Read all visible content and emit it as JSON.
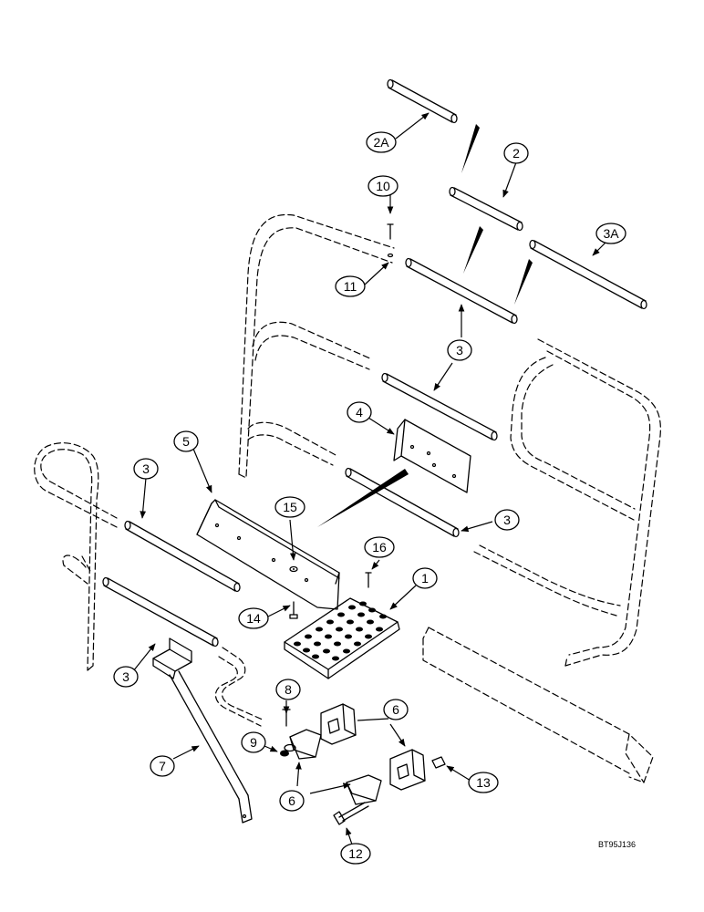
{
  "figure": {
    "reference_code": "BT95J136"
  },
  "callouts": {
    "c1": "1",
    "c2": "2",
    "c2a": "2A",
    "c3_center": "3",
    "c3_right": "3",
    "c3_left_upper": "3",
    "c3_left_lower": "3",
    "c3a": "3A",
    "c4": "4",
    "c5": "5",
    "c6_upper": "6",
    "c6_lower": "6",
    "c7": "7",
    "c8": "8",
    "c9": "9",
    "c10": "10",
    "c11": "11",
    "c12": "12",
    "c13": "13",
    "c14": "14",
    "c15": "15",
    "c16": "16"
  }
}
